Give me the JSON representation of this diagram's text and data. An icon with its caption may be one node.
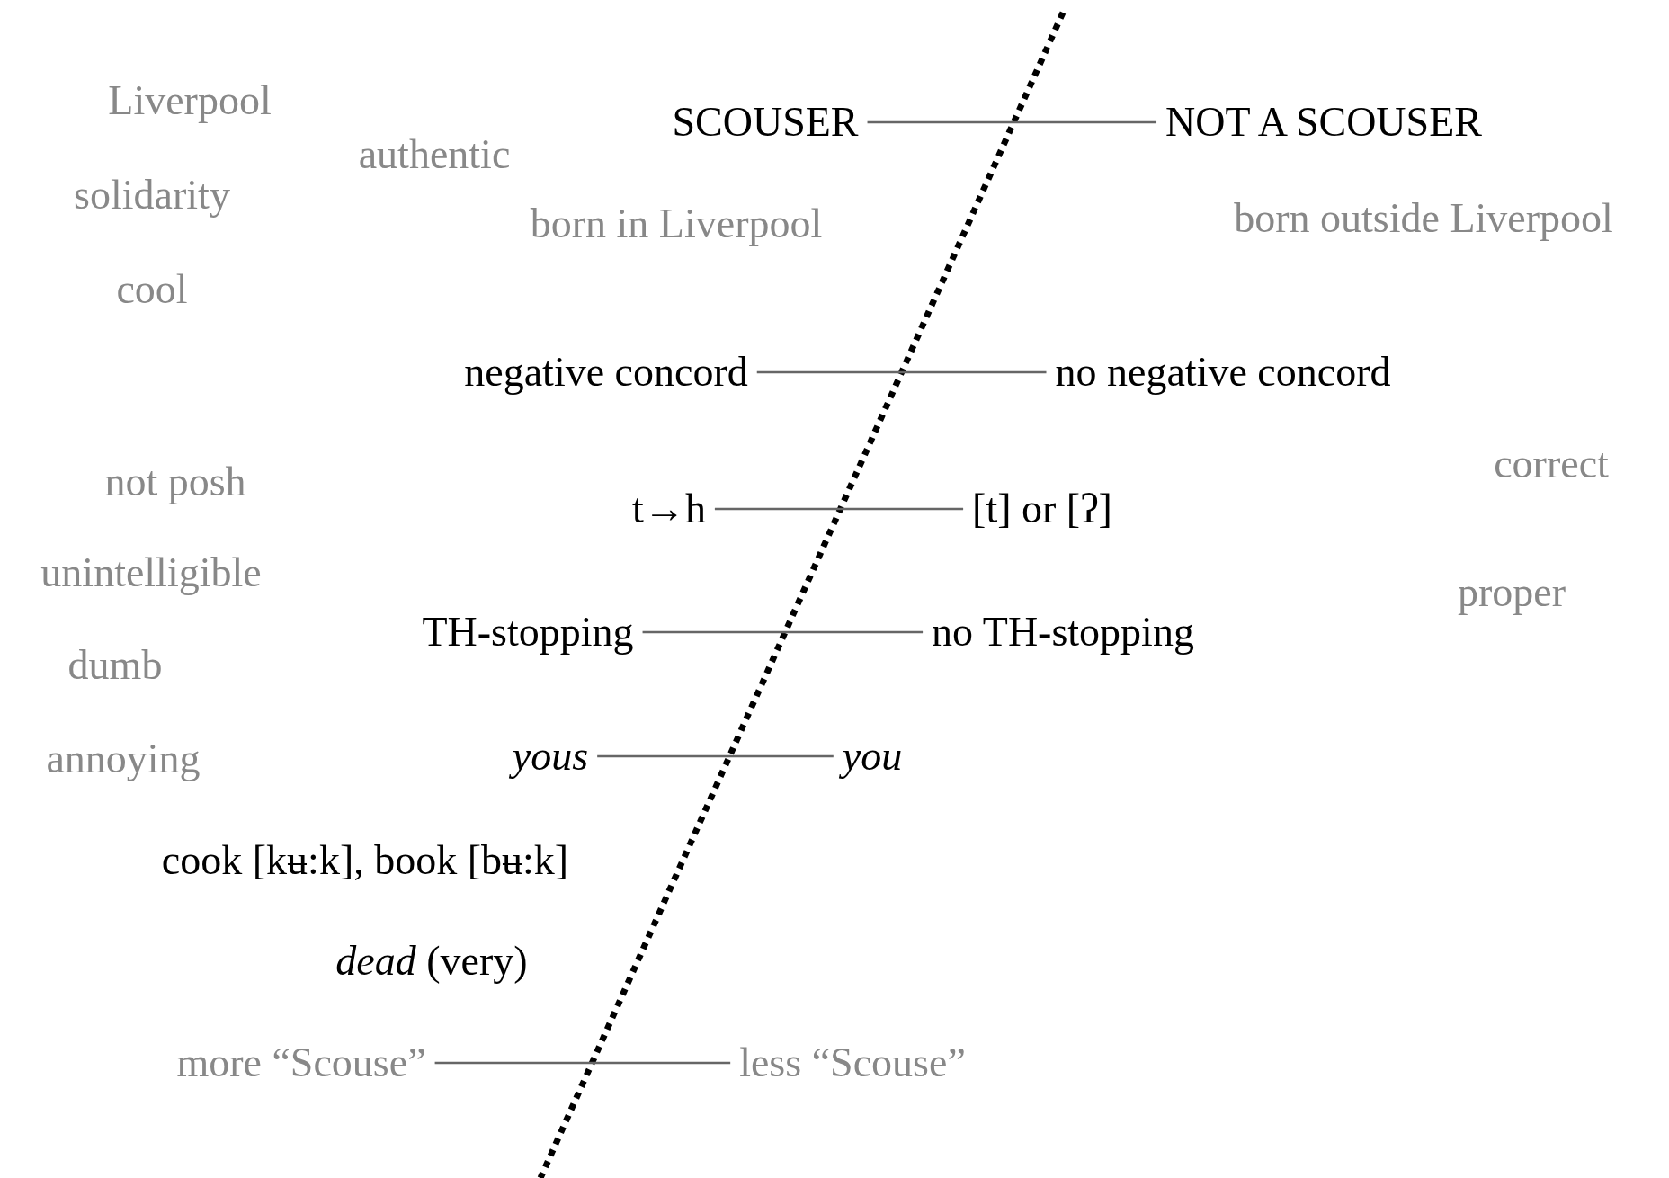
{
  "diagram": {
    "nodes": [
      {
        "text": [
          "SCOUSER"
        ]
      },
      {
        "text": [
          "NOT A SCOUSER"
        ]
      },
      {
        "text": [
          "negative concord"
        ]
      },
      {
        "text": [
          "no negative concord"
        ]
      },
      {
        "text": [
          "t→h"
        ]
      },
      {
        "text": [
          "[t] or [ʔ]"
        ]
      },
      {
        "text": [
          "TH-stopping"
        ]
      },
      {
        "text": [
          "no TH-stopping"
        ]
      },
      {
        "text": [
          "*yous*"
        ]
      },
      {
        "text": [
          "*you*"
        ]
      },
      {
        "text": [
          "more “Scouse”"
        ]
      },
      {
        "text": [
          "less “Scouse”"
        ]
      }
    ],
    "edges": [
      {
        "from": 0,
        "to": 1,
        "arrow": "none"
      },
      {
        "from": 2,
        "to": 3,
        "arrow": "none"
      },
      {
        "from": 4,
        "to": 5,
        "arrow": "none"
      },
      {
        "from": 6,
        "to": 7,
        "arrow": "none"
      },
      {
        "from": 8,
        "to": 9,
        "arrow": "none"
      },
      {
        "from": 10,
        "to": 11,
        "arrow": "none"
      }
    ],
    "labels": [
      "Liverpool",
      "authentic",
      "solidarity",
      "born in Liverpool",
      "born outside Liverpool",
      "cool",
      "correct",
      "not posh",
      "unintelligible",
      "proper",
      "dumb",
      "annoying",
      "cook [kʉ:k], book [bʉ:k]",
      "*dead* (very)"
    ]
  }
}
